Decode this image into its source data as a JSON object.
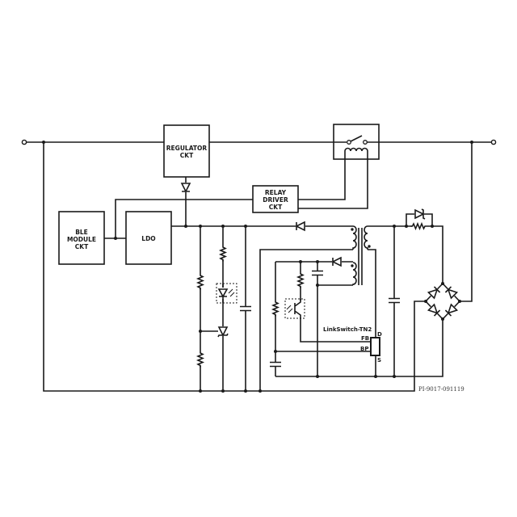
{
  "blocks": {
    "regulator": [
      "REGULATOR",
      "CKT"
    ],
    "relay_driver": [
      "RELAY",
      "DRIVER",
      "CKT"
    ],
    "ble_module": [
      "BLE",
      "MODULE",
      "CKT"
    ],
    "ldo": "LDO"
  },
  "ic": {
    "name": "LinkSwitch-TN2",
    "pins": {
      "d": "D",
      "fb": "FB",
      "bp": "BP",
      "s": "S"
    }
  },
  "figure_id": "PI-9017-091119"
}
